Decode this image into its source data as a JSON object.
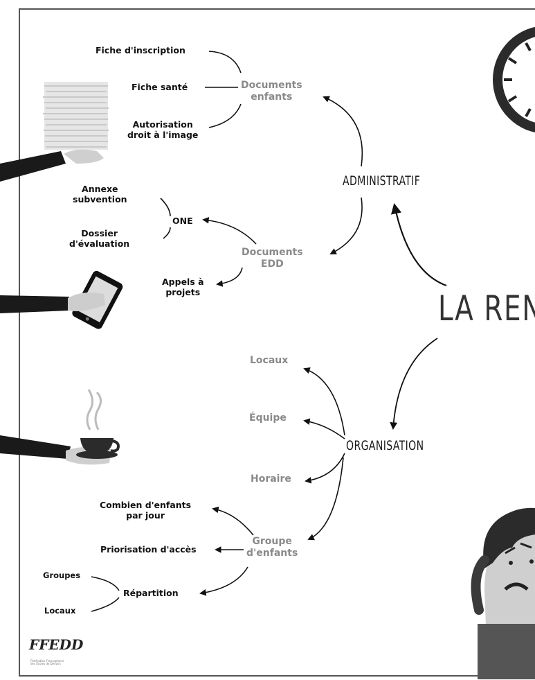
{
  "title": "LA REN",
  "admin": {
    "hub": "ADMINISTRATIF",
    "documents_enfants": {
      "label": "Documents\nenfants",
      "items": [
        "Fiche d'inscription",
        "Fiche santé",
        "Autorisation\ndroit à l'image"
      ]
    },
    "documents_edd": {
      "label": "Documents\nEDD",
      "one": {
        "label": "ONE",
        "items": [
          "Annexe\nsubvention",
          "Dossier\nd'évaluation"
        ]
      },
      "appels": "Appels à\nprojets"
    }
  },
  "organisation": {
    "hub": "ORGANISATION",
    "locaux": "Locaux",
    "equipe": "Équipe",
    "horaire": "Horaire",
    "groupe": {
      "label": "Groupe\nd'enfants",
      "combien": "Combien d'enfants\npar jour",
      "priorisation": "Priorisation d'accès",
      "repartition": {
        "label": "Répartition",
        "items": [
          "Groupes",
          "Locaux"
        ]
      }
    }
  },
  "logo": {
    "text": "FFEDD",
    "subtitle": "Fédération Francophone\ndes Écoles de Devoirs"
  },
  "icons": [
    "paper-stack-icon",
    "tablet-icon",
    "coffee-cup-icon",
    "clock-icon",
    "worried-person-icon"
  ]
}
